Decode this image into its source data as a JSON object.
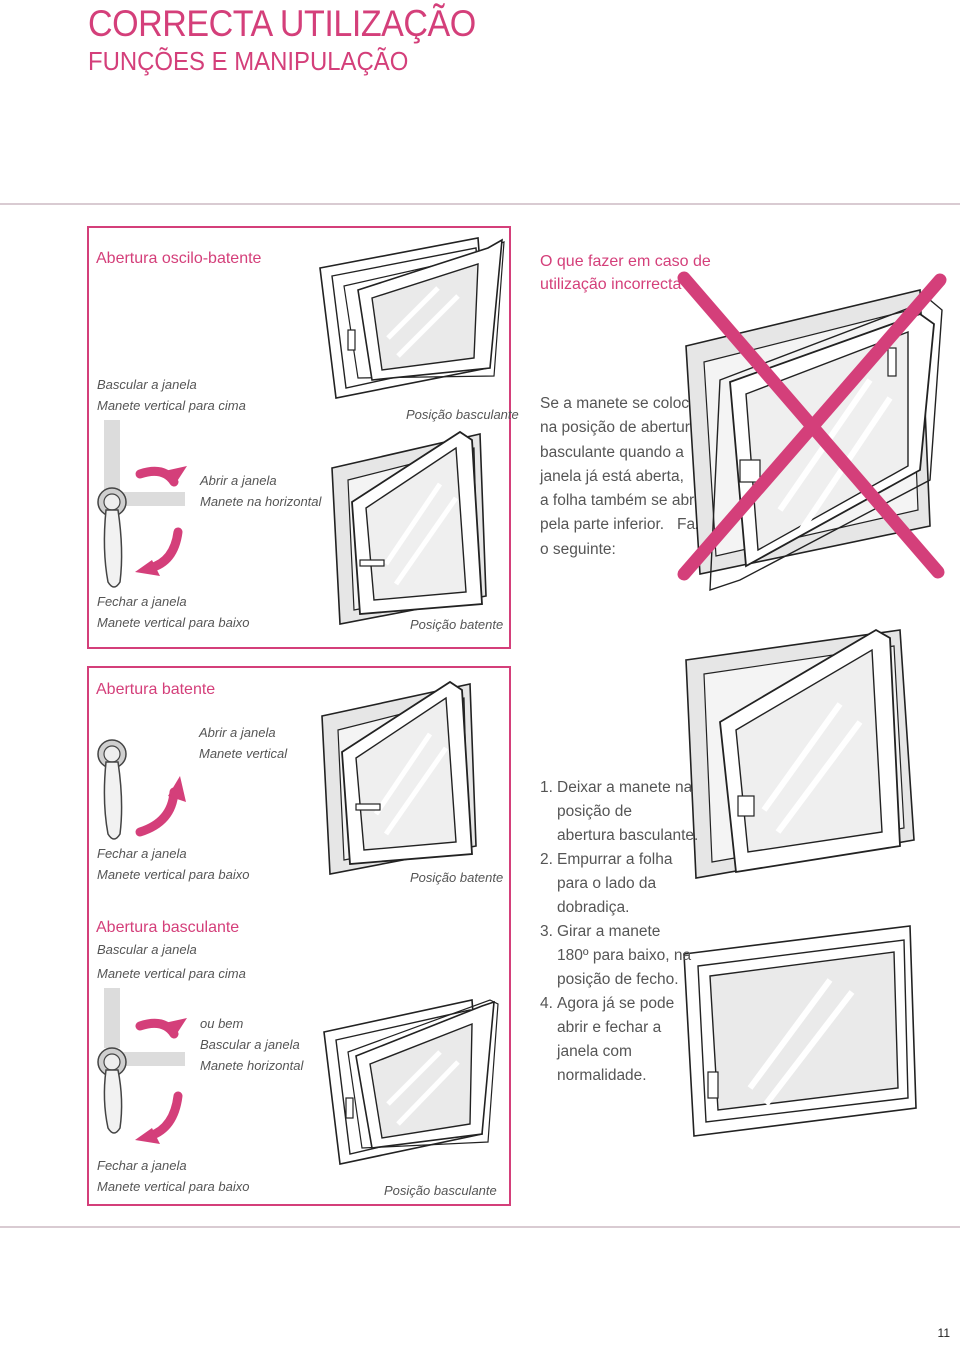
{
  "header": {
    "title": "CORRECTA UTILIZAÇÃO",
    "subtitle": "FUNÇÕES E MANIPULAÇÃO"
  },
  "section1": {
    "heading": "Abertura oscilo-batente",
    "tilt_label_1": "Bascular a janela",
    "tilt_label_2": "Manete vertical para cima",
    "open_label_1": "Abrir a janela",
    "open_label_2": "Manete na horizontal",
    "close_label_1": "Fechar a janela",
    "close_label_2": "Manete vertical para baixo",
    "caption_tilt": "Posição basculante",
    "caption_turn": "Posição batente"
  },
  "incorrect_use": {
    "heading": "O que fazer em caso de utilização incorrecta?",
    "lines": [
      "Se a manete se coloca",
      "na posição de abertura",
      "basculante quando a",
      "janela já está aberta,",
      "a folha também se abre",
      "pela parte inferior.   Fazer",
      "o seguinte:"
    ],
    "steps": [
      {
        "num": "1.",
        "lines": [
          "Deixar a manete na",
          "posição de",
          "abertura basculante."
        ]
      },
      {
        "num": "2.",
        "lines": [
          "Empurrar a folha",
          "para o lado da",
          "dobradiça."
        ]
      },
      {
        "num": "3.",
        "lines": [
          "Girar  a manete",
          "180º para baixo, na",
          "posição de fecho."
        ]
      },
      {
        "num": "4.",
        "lines": [
          "Agora já se pode",
          "abrir e fechar a",
          "janela com",
          "normalidade."
        ]
      }
    ]
  },
  "section2": {
    "heading": "Abertura batente",
    "open_label_1": "Abrir a janela",
    "open_label_2": "Manete vertical",
    "close_label_1": "Fechar a janela",
    "close_label_2": "Manete vertical para baixo",
    "caption_turn": "Posição batente"
  },
  "section3": {
    "heading": "Abertura basculante",
    "tilt_label_1": "Bascular a janela",
    "tilt_label_2": "Manete vertical para cima",
    "alt_label_1": "ou bem",
    "alt_label_2": "Bascular a janela",
    "alt_label_3": "Manete horizontal",
    "close_label_1": "Fechar a janela",
    "close_label_2": "Manete vertical para baixo",
    "caption_tilt": "Posição basculante"
  },
  "footer": {
    "page_number": "11"
  },
  "colors": {
    "accent": "#d43f7a",
    "text": "#555555",
    "rule": "#d9cbd2"
  },
  "icons": [
    "window-handle-icon",
    "rotate-arrow-icon",
    "window-tilt-icon",
    "window-turn-icon",
    "cross-mark-icon"
  ]
}
